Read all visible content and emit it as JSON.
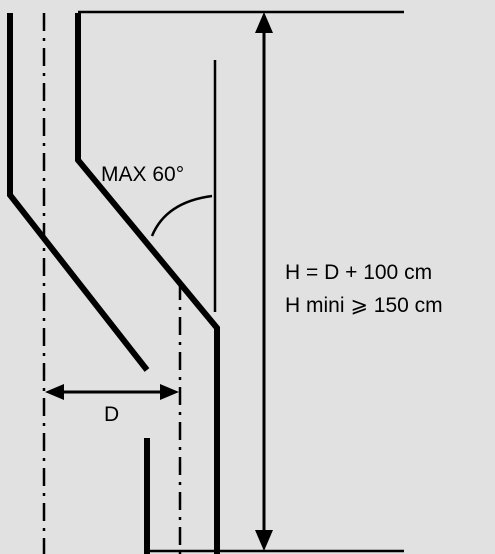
{
  "diagram": {
    "angle_label": "MAX 60°",
    "width_label": "D",
    "height_formula": "H = D + 100 cm",
    "height_minimum": "H mini ⩾ 150 cm"
  },
  "colors": {
    "background": "#e1e1e1",
    "lines": "#000000"
  }
}
